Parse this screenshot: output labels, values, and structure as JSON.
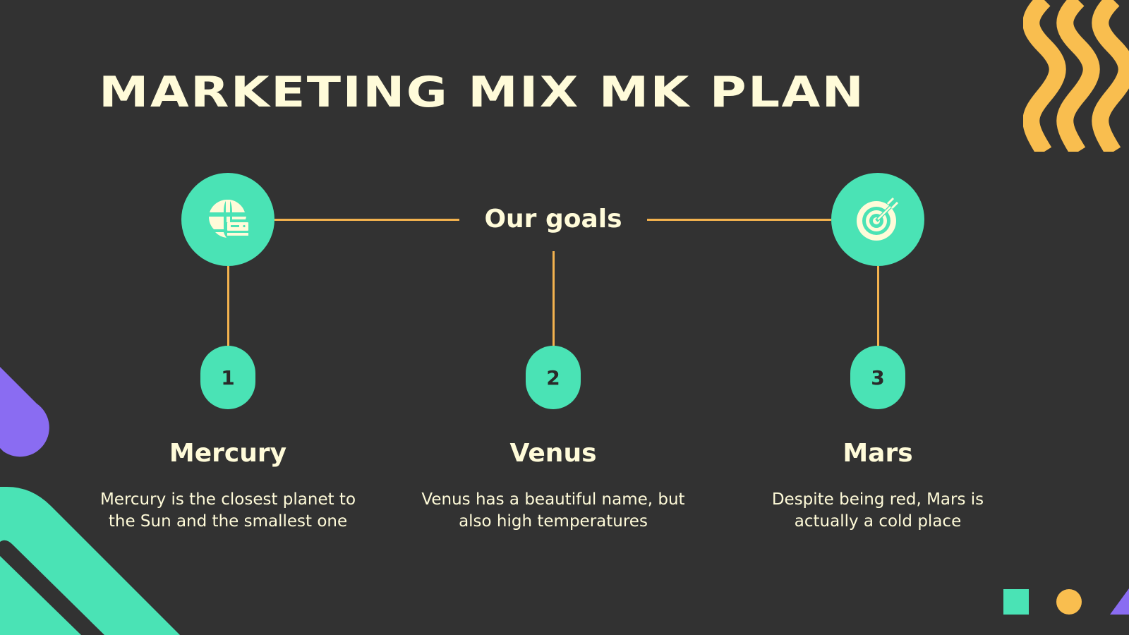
{
  "slide": {
    "title": "MARKETING MIX MK PLAN",
    "center_label": "Our goals",
    "colors": {
      "background": "#323232",
      "text": "#FFFBD9",
      "teal": "#4AE3B5",
      "gold": "#F3B24E",
      "purple": "#8A6CF2"
    },
    "top_icons": [
      {
        "icon": "globe-card-icon"
      },
      {
        "icon": "target-icon"
      }
    ],
    "items": [
      {
        "number": "1",
        "heading": "Mercury",
        "body_line1": "Mercury is the closest planet to",
        "body_line2": "the Sun and the smallest one"
      },
      {
        "number": "2",
        "heading": "Venus",
        "body_line1": "Venus has a beautiful name, but",
        "body_line2": "also high temperatures"
      },
      {
        "number": "3",
        "heading": "Mars",
        "body_line1": "Despite being red, Mars is",
        "body_line2": "actually a cold place"
      }
    ]
  }
}
